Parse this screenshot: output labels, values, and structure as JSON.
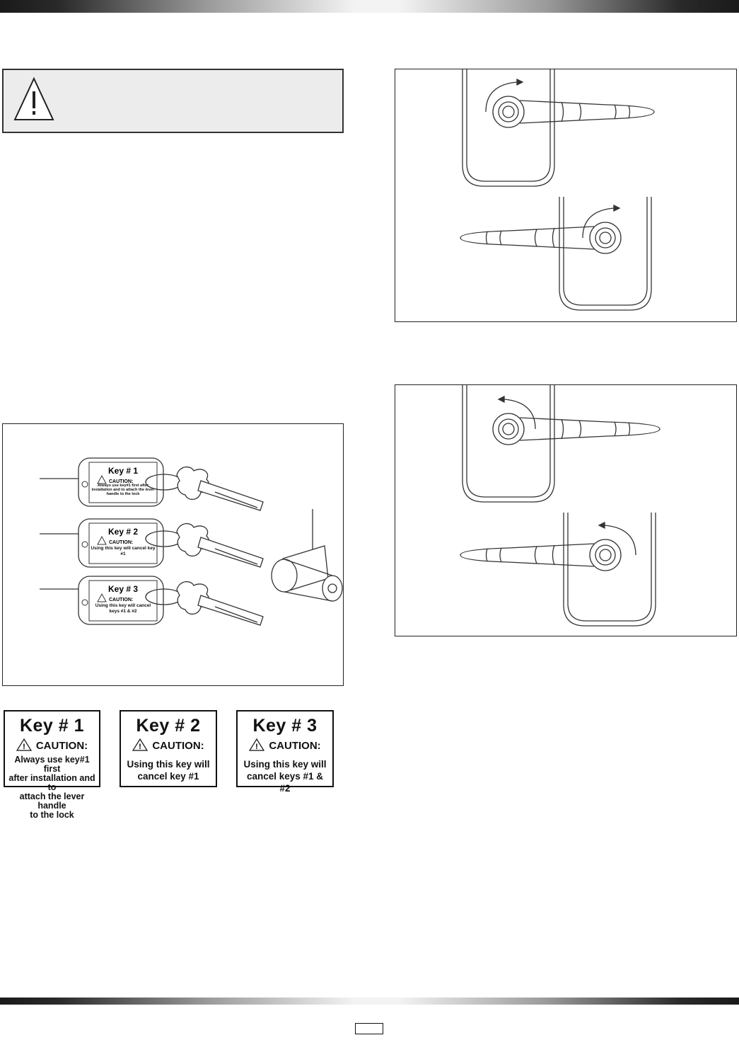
{
  "key_tags": [
    {
      "title": "Key # 1",
      "caution": "CAUTION:",
      "message": "Always use key#1 first after installation and to attach the lever handle to the lock"
    },
    {
      "title": "Key # 2",
      "caution": "CAUTION:",
      "message": "Using this key will cancel key #1"
    },
    {
      "title": "Key # 3",
      "caution": "CAUTION:",
      "message": "Using this key will cancel keys #1 & #2"
    }
  ],
  "labels": [
    {
      "title": "Key # 1",
      "caution": "CAUTION:",
      "line1": "Always use key#1 first",
      "line2": "after installation and to",
      "line3": "attach the lever handle",
      "line4": "to the lock"
    },
    {
      "title": "Key # 2",
      "caution": "CAUTION:",
      "line1": "Using this key will",
      "line2": "cancel key #1"
    },
    {
      "title": "Key # 3",
      "caution": "CAUTION:",
      "line1": "Using this key will",
      "line2": "cancel keys #1 & #2"
    }
  ],
  "colors": {
    "border": "#111111",
    "warning_bg": "#ececec",
    "line_art": "#333333"
  },
  "icons": [
    "warning-triangle-icon",
    "caution-triangle-icon",
    "rotate-arrow-icon",
    "key-icon",
    "lock-cylinder-icon"
  ]
}
